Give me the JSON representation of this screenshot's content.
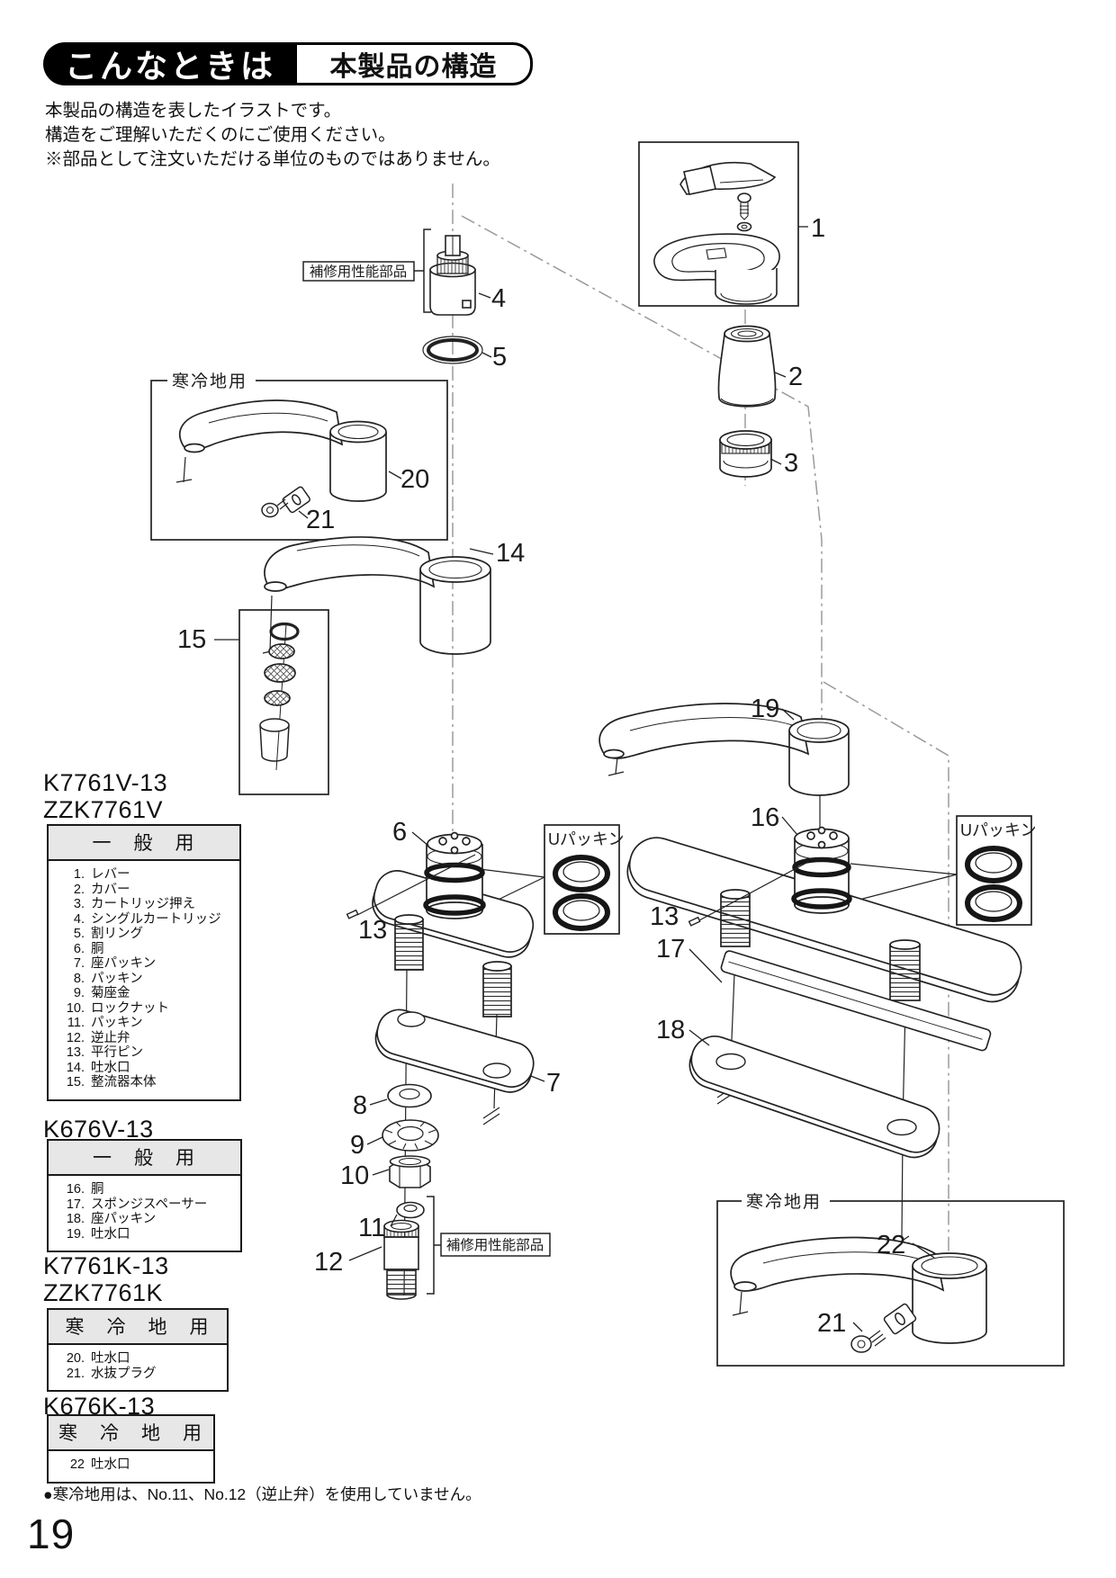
{
  "header": {
    "badge": "こんなときは",
    "title": "本製品の構造"
  },
  "intro": {
    "line1": "本製品の構造を表したイラストです。",
    "line2": "構造をご理解いただくのにご使用ください。",
    "line3": "※部品として注文いただける単位のものではありません。"
  },
  "models": [
    {
      "codes": [
        "K7761V-13",
        "ZZK7761V"
      ],
      "category": "一　般　用",
      "items": [
        {
          "no": "1.",
          "name": "レバー"
        },
        {
          "no": "2.",
          "name": "カバー"
        },
        {
          "no": "3.",
          "name": "カートリッジ押え"
        },
        {
          "no": "4.",
          "name": "シングルカートリッジ"
        },
        {
          "no": "5.",
          "name": "割リング"
        },
        {
          "no": "6.",
          "name": "胴"
        },
        {
          "no": "7.",
          "name": "座パッキン"
        },
        {
          "no": "8.",
          "name": "パッキン"
        },
        {
          "no": "9.",
          "name": "菊座金"
        },
        {
          "no": "10.",
          "name": "ロックナット"
        },
        {
          "no": "11.",
          "name": "パッキン"
        },
        {
          "no": "12.",
          "name": "逆止弁"
        },
        {
          "no": "13.",
          "name": "平行ピン"
        },
        {
          "no": "14.",
          "name": "吐水口"
        },
        {
          "no": "15.",
          "name": "整流器本体"
        }
      ]
    },
    {
      "codes": [
        "K676V-13"
      ],
      "category": "一　般　用",
      "items": [
        {
          "no": "16.",
          "name": "胴"
        },
        {
          "no": "17.",
          "name": "スポンジスペーサー"
        },
        {
          "no": "18.",
          "name": "座パッキン"
        },
        {
          "no": "19.",
          "name": "吐水口"
        }
      ]
    },
    {
      "codes": [
        "K7761K-13",
        "ZZK7761K"
      ],
      "category": "寒　冷　地　用",
      "items": [
        {
          "no": "20.",
          "name": "吐水口"
        },
        {
          "no": "21.",
          "name": "水抜プラグ"
        }
      ]
    },
    {
      "codes": [
        "K676K-13"
      ],
      "category": "寒　冷　地　用",
      "items": [
        {
          "no": "22",
          "name": "吐水口"
        }
      ]
    }
  ],
  "diagram": {
    "boxes": {
      "repair_top": "補修用性能部品",
      "repair_bottom": "補修用性能部品",
      "cold_top": "寒冷地用",
      "cold_bottom": "寒冷地用",
      "upack_left": "Uパッキン",
      "upack_right": "Uパッキン"
    },
    "numbers": {
      "n1": "1",
      "n2": "2",
      "n3": "3",
      "n4": "4",
      "n5": "5",
      "n6": "6",
      "n7": "7",
      "n8": "8",
      "n9": "9",
      "n10": "10",
      "n11": "11",
      "n12": "12",
      "n13": "13",
      "n13r": "13",
      "n14": "14",
      "n15": "15",
      "n16": "16",
      "n17": "17",
      "n18": "18",
      "n19": "19",
      "n20": "20",
      "n21": "21",
      "n21r": "21",
      "n22": "22"
    }
  },
  "footer": {
    "note": "●寒冷地用は、No.11、No.12（逆止弁）を使用していません。",
    "page_number": "19"
  }
}
